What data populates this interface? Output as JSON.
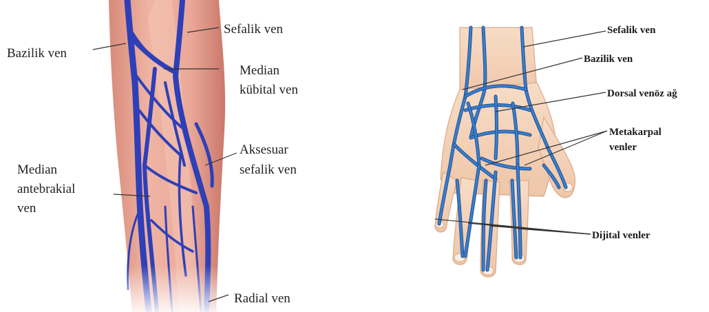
{
  "forearm": {
    "labels": {
      "bazilik": "Bazilik ven",
      "sefalik": "Sefalik ven",
      "median_kubital_1": "Median",
      "median_kubital_2": "kübital ven",
      "aksesuar_1": "Aksesuar",
      "aksesuar_2": "sefalik ven",
      "median_ante_1": "Median",
      "median_ante_2": "antebrakial",
      "median_ante_3": "ven",
      "radial": "Radial ven"
    }
  },
  "hand": {
    "labels": {
      "sefalik": "Sefalik ven",
      "bazilik": "Bazilik ven",
      "dorsal": "Dorsal venöz ağ",
      "metakarpal_1": "Metakarpal",
      "metakarpal_2": "venler",
      "dijital": "Dijital venler"
    }
  },
  "colors": {
    "skin_forearm": "#e8a894",
    "vein_forearm": "#2e3fb8",
    "skin_hand": "#f3d2b8",
    "vein_hand": "#3a7fd0"
  }
}
